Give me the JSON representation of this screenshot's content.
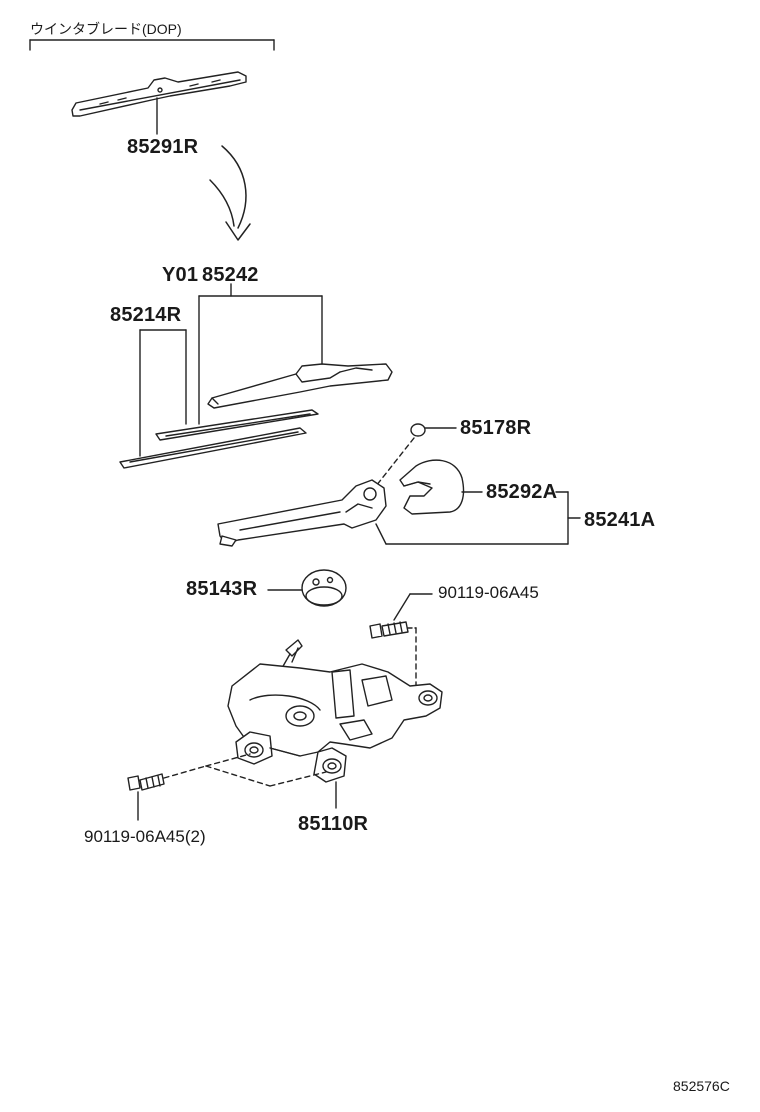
{
  "header_label": "ウインタブレード(DOP)",
  "parts": {
    "blade_winter": "85291R",
    "blade_assy_pre": "Y01",
    "blade_assy": "85242",
    "rubber": "85214R",
    "cap_pivot": "85178R",
    "cover": "85292A",
    "arm_assy": "85241A",
    "grommet": "85143R",
    "bolt_upper": "90119-06A45",
    "bolt_lower": "90119-06A45(2)",
    "motor": "85110R"
  },
  "diagram_code": "852576C"
}
